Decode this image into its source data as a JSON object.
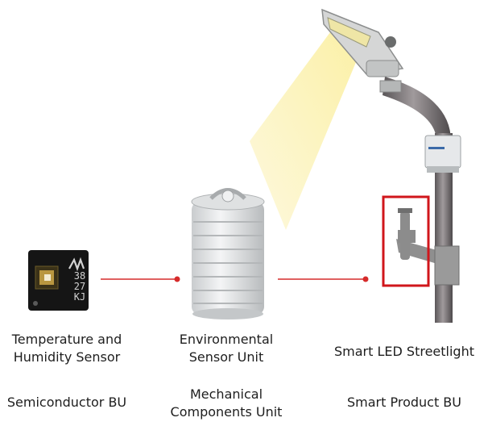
{
  "chip": {
    "marks": [
      "38",
      "27",
      "KJ"
    ]
  },
  "labels": {
    "sensor": [
      "Temperature and",
      "Humidity Sensor"
    ],
    "env_unit": [
      "Environmental",
      "Sensor Unit"
    ],
    "streetlight": "Smart LED Streetlight"
  },
  "units": {
    "semiconductor": "Semiconductor BU",
    "mechanical": [
      "Mechanical",
      "Components Unit"
    ],
    "smart_product": "Smart Product BU"
  },
  "colors": {
    "connector": "#d62b2b",
    "highlight": "#d0161b",
    "light_beam": "#fbf3b8"
  }
}
